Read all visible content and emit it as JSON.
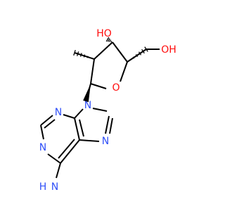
{
  "molecule": {
    "colors": {
      "bond": "#000000",
      "nitrogen": "#3050F8",
      "oxygen": "#FF0D0D"
    },
    "atoms": {
      "oh_top": "HO",
      "oh_right": "OH",
      "ring_oxygen": "O",
      "n9": "N",
      "n3": "N",
      "n1": "N",
      "n7": "N",
      "amino_n": "N",
      "amino_h2": "H"
    }
  }
}
